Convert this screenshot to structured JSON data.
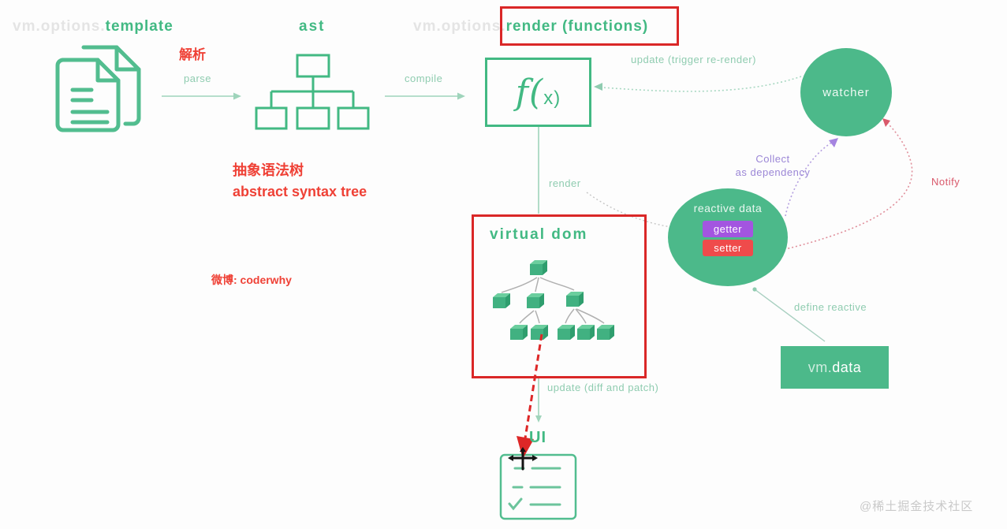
{
  "header": {
    "template_prefix": "vm.options.",
    "template_label": "template",
    "ast_label": "ast",
    "render_prefix": "vm.options.",
    "render_label": "render (functions)"
  },
  "flow_labels": {
    "parse_cn": "解析",
    "parse": "parse",
    "compile": "compile",
    "render": "render",
    "update_trigger": "update (trigger re-render)",
    "update_diff": "update (diff and patch)",
    "collect_line1": "Collect",
    "collect_line2": "as dependency",
    "notify": "Notify",
    "define_reactive": "define reactive"
  },
  "nodes": {
    "fx_label": "f(x)",
    "virtual_dom": "virtual dom",
    "watcher": "watcher",
    "reactive_data": "reactive data",
    "getter": "getter",
    "setter": "setter",
    "vm_data_prefix": "vm.",
    "vm_data_label": "data",
    "ui_label": "UI"
  },
  "annotations": {
    "ast_cn": "抽象语法树",
    "ast_en": "abstract syntax tree",
    "credit": "微博: coderwhy",
    "watermark": "@稀土掘金技术社区"
  },
  "colors": {
    "green_accent": "#42b983",
    "green_fill": "#4cb98a",
    "green_light_label": "#8fccb0",
    "highlight_red": "#da2727",
    "annotation_red": "#ef4136",
    "purple_label": "#9b86d6",
    "getter_purple": "#a355e0",
    "setter_red": "#ef4b4b",
    "notify_pink": "#d9596b",
    "faded_gray": "#e4e4e4",
    "watermark_gray": "#c9c9c9"
  }
}
